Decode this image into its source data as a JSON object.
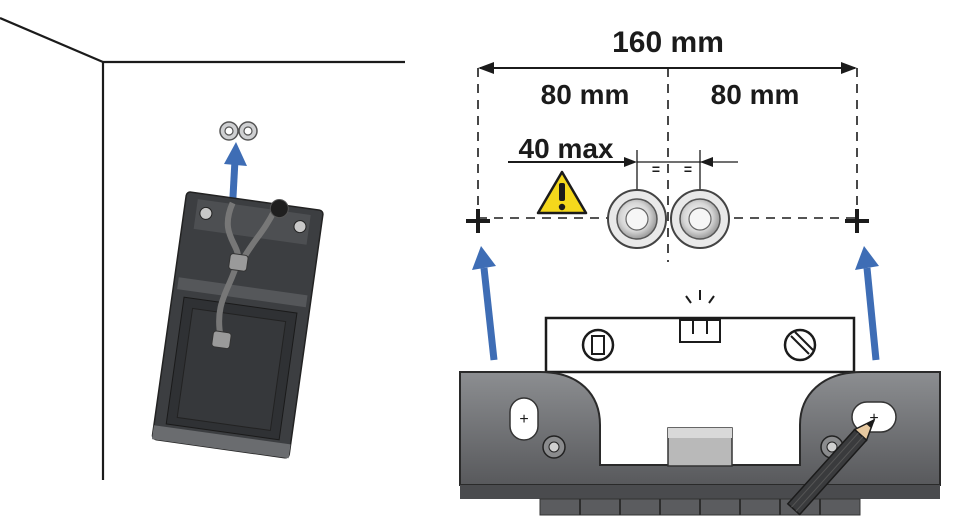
{
  "dimensions": {
    "total_width": "160 mm",
    "left_half": "80 mm",
    "right_half": "80 mm",
    "max_offset": "40 max",
    "equal_left": "=",
    "equal_right": "="
  },
  "colors": {
    "arrow": "#3e6db5",
    "device_body": "#3f4144",
    "device_light": "#6d6f72",
    "warning": "#f4d81c",
    "line": "#1b1b1b"
  },
  "icons": [
    "warning-icon",
    "pencil-icon",
    "spirit-level-icon",
    "cable-gland-icon",
    "nut-icon",
    "up-arrow-icon",
    "crosshair-mark-icon"
  ]
}
